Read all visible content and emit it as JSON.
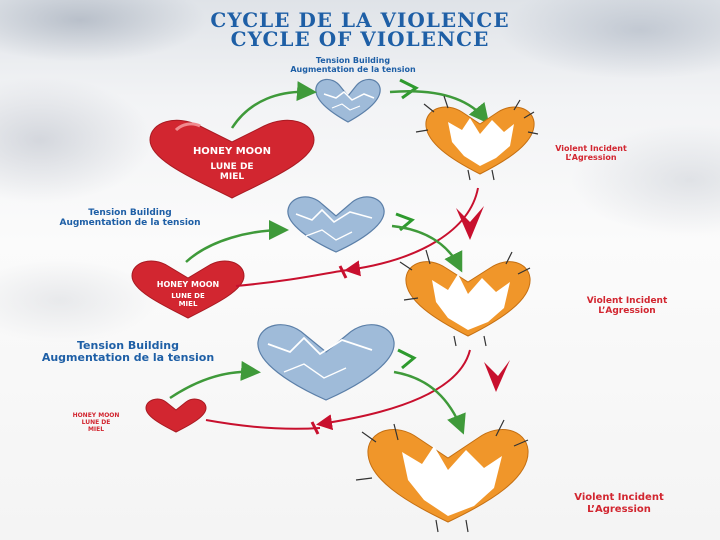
{
  "title": {
    "line1": "CYCLE DE LA VIOLENCE",
    "line2": "CYCLE OF VIOLENCE"
  },
  "cycles": [
    {
      "tension_en": "Tension Building",
      "tension_fr": "Augmentation de la tension",
      "honeymoon_en": "HONEY MOON",
      "honeymoon_fr_1": "LUNE DE",
      "honeymoon_fr_2": "MIEL",
      "violent_en": "Violent Incident",
      "violent_fr": "L’Agression"
    },
    {
      "tension_en": "Tension Building",
      "tension_fr": "Augmentation de la tension",
      "honeymoon_en": "HONEY MOON",
      "honeymoon_fr_1": "LUNE DE",
      "honeymoon_fr_2": "MIEL",
      "violent_en": "Violent Incident",
      "violent_fr": "L’Agression"
    },
    {
      "tension_en": "Tension Building",
      "tension_fr": "Augmentation de la tension",
      "honeymoon_en": "HONEY MOON",
      "honeymoon_fr_1": "LUNE DE",
      "honeymoon_fr_2": "MIEL",
      "violent_en": "Violent Incident",
      "violent_fr": "L’Agression"
    }
  ],
  "colors": {
    "title_blue": "#1e5fa6",
    "heart_red": "#d22630",
    "heart_orange": "#f0962a",
    "cloud_blue": "#9fbbd9",
    "arrow_green": "#3f9a3a",
    "lightning_green": "#2e9a2e",
    "lightning_red": "#c8102e"
  },
  "icons": [
    "cracked-blue-heart-icon",
    "red-heart-icon",
    "shattered-orange-heart-icon",
    "green-arrow-icon",
    "red-arrow-icon",
    "lightning-icon"
  ]
}
